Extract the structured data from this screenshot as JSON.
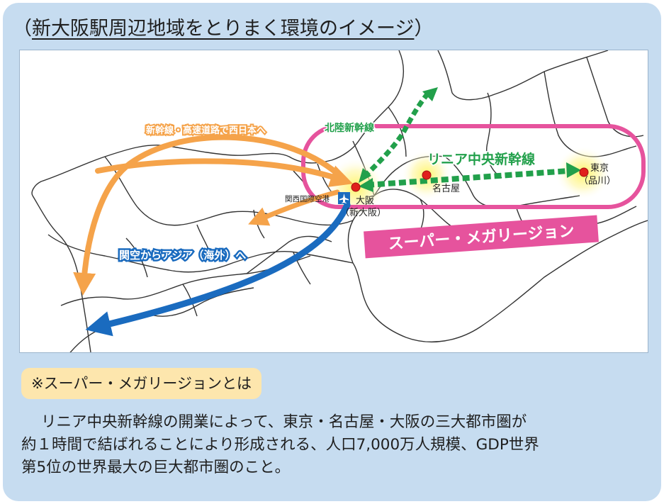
{
  "title": {
    "open_paren": "（",
    "text": "新大阪駅周辺地域をとりまく環境のイメージ",
    "close_paren": "）"
  },
  "map": {
    "labels": {
      "shinkansen_west": "新幹線・高速道路で西日本へ",
      "hokuriku": "北陸新幹線",
      "linear": "リニア中央新幹線",
      "kansai_airport": "関西国際空港",
      "osaka": "大阪",
      "shin_osaka": "（新大阪）",
      "nagoya": "名古屋",
      "tokyo": "東京",
      "shinagawa": "（品川）",
      "asia": "関空からアジア（海外）へ",
      "megaregion": "スーパー・メガリージョン"
    },
    "colors": {
      "orange": "#f5a34a",
      "green": "#22a04b",
      "blue": "#1a6bbf",
      "pink": "#e6539d",
      "city": "#e0201c"
    },
    "icons": [
      "airplane-icon",
      "city-marker"
    ]
  },
  "callout": "※スーパー・メガリージョンとは",
  "description": {
    "line1": "リニア中央新幹線の開業によって、東京・名古屋・大阪の三大都市圏が",
    "line2": "約１時間で結ばれることにより形成される、人口7,000万人規模、GDP世界",
    "line3": "第5位の世界最大の巨大都市圏のこと。"
  }
}
